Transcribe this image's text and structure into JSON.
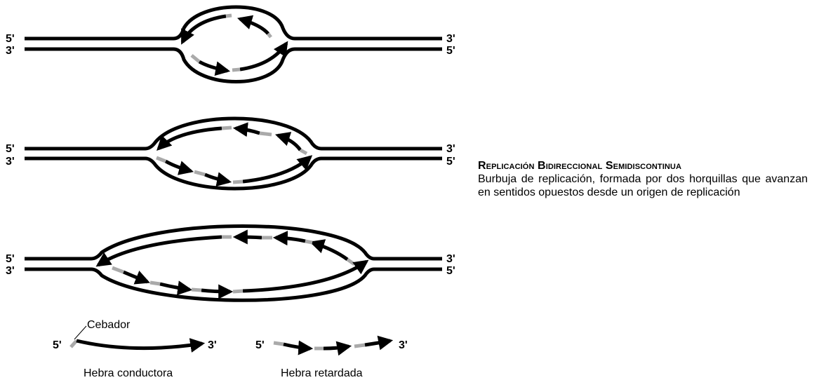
{
  "bubbles": [
    {
      "left": {
        "top": "5'",
        "bottom": "3'"
      },
      "right": {
        "top": "3'",
        "bottom": "5'"
      }
    },
    {
      "left": {
        "top": "5'",
        "bottom": "3'"
      },
      "right": {
        "top": "3'",
        "bottom": "5'"
      }
    },
    {
      "left": {
        "top": "5'",
        "bottom": "3'"
      },
      "right": {
        "top": "3'",
        "bottom": "5'"
      }
    }
  ],
  "legend": {
    "primer_label": "Cebador",
    "leading": {
      "five": "5'",
      "three": "3'",
      "name": "Hebra conductora"
    },
    "lagging": {
      "five": "5'",
      "three": "3'",
      "name": "Hebra retardada"
    }
  },
  "caption": {
    "title": "Replicación Bidireccional Semidiscontinua",
    "body": "Burbuja de replicación, formada por dos horquillas que avanzan en sentidos opuestos desde un origen de replicación"
  },
  "colors": {
    "strand": "#000000",
    "primer": "#aaaaaa"
  }
}
